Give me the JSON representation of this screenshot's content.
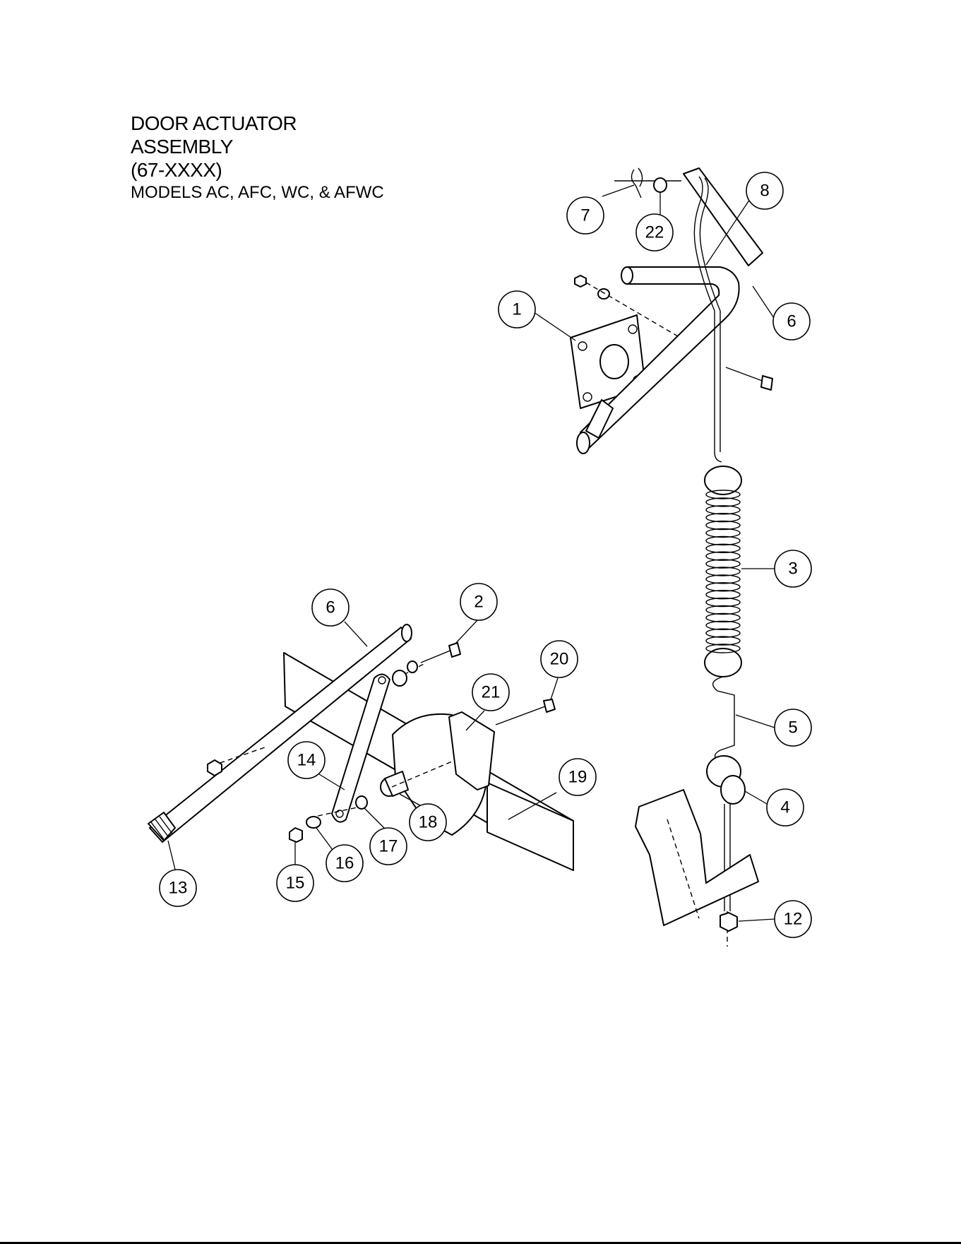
{
  "title": {
    "line1": "DOOR ACTUATOR",
    "line2": "ASSEMBLY",
    "line3": "(67-XXXX)",
    "line4": "MODELS AC, AFC, WC, & AFWC"
  },
  "callouts": [
    {
      "id": "callout-7",
      "label": "7"
    },
    {
      "id": "callout-22",
      "label": "22"
    },
    {
      "id": "callout-8",
      "label": "8"
    },
    {
      "id": "callout-1",
      "label": "1"
    },
    {
      "id": "callout-6-top",
      "label": "6"
    },
    {
      "id": "callout-3",
      "label": "3"
    },
    {
      "id": "callout-6-bottom",
      "label": "6"
    },
    {
      "id": "callout-2",
      "label": "2"
    },
    {
      "id": "callout-20",
      "label": "20"
    },
    {
      "id": "callout-21",
      "label": "21"
    },
    {
      "id": "callout-5",
      "label": "5"
    },
    {
      "id": "callout-19",
      "label": "19"
    },
    {
      "id": "callout-14",
      "label": "14"
    },
    {
      "id": "callout-4",
      "label": "4"
    },
    {
      "id": "callout-18",
      "label": "18"
    },
    {
      "id": "callout-17",
      "label": "17"
    },
    {
      "id": "callout-16",
      "label": "16"
    },
    {
      "id": "callout-15",
      "label": "15"
    },
    {
      "id": "callout-13",
      "label": "13"
    },
    {
      "id": "callout-12",
      "label": "12"
    }
  ]
}
